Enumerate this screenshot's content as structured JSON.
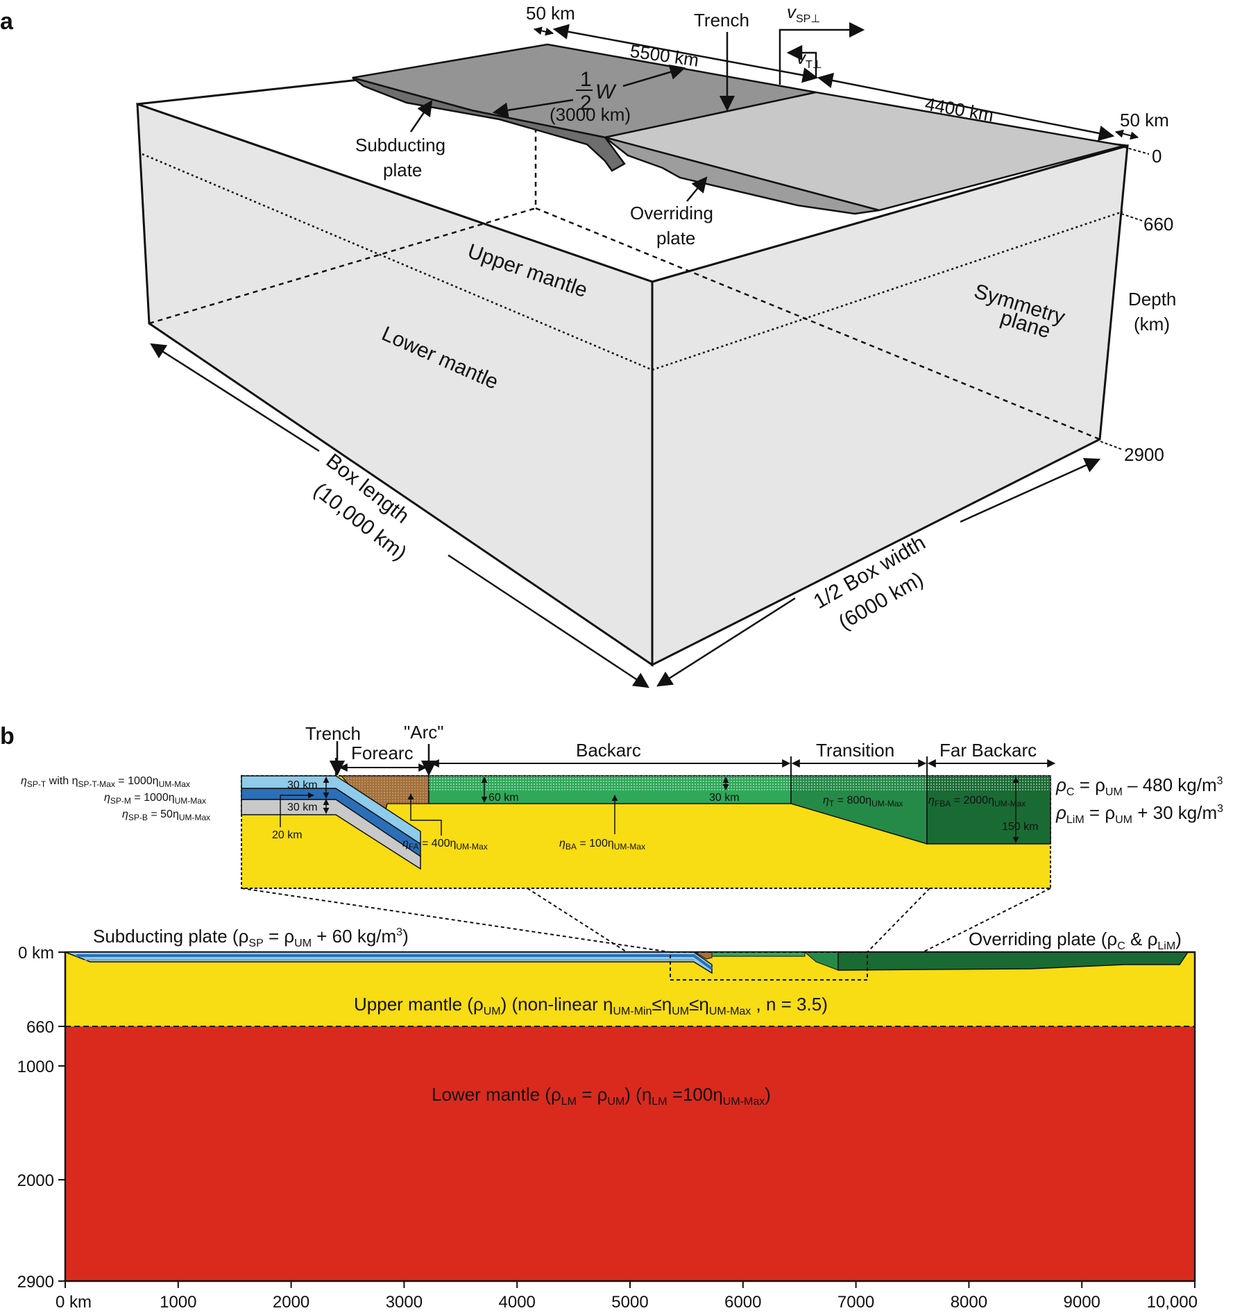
{
  "panel_a": {
    "panel_letter": "a",
    "dim_50km_left": "50 km",
    "dim_5500km": "5500 km",
    "trench": "Trench",
    "v_sp": "v",
    "v_sp_sub": "SP⊥",
    "v_t": "v",
    "v_t_sub": "T⊥",
    "dim_4400km": "4400 km",
    "dim_50km_right": "50 km",
    "half_w_num": "1",
    "half_w_den": "2",
    "half_w_var": "W",
    "half_w_km": "(3000 km)",
    "subducting_1": "Subducting",
    "subducting_2": "plate",
    "overriding_1": "Overriding",
    "overriding_2": "plate",
    "upper_mantle": "Upper mantle",
    "lower_mantle": "Lower mantle",
    "symmetry_1": "Symmetry",
    "symmetry_2": "plane",
    "depth_label_1": "Depth",
    "depth_label_2": "(km)",
    "depth_0": "0",
    "depth_660": "660",
    "depth_2900": "2900",
    "box_length_1": "Box length",
    "box_length_2": "(10,000 km)",
    "box_width_1": "1/2 Box width",
    "box_width_2": "(6000 km)"
  },
  "panel_b": {
    "panel_letter": "b",
    "trench": "Trench",
    "forearc": "Forearc",
    "arc": "\"Arc\"",
    "backarc": "Backarc",
    "transition": "Transition",
    "far_backarc": "Far Backarc",
    "eta_spt": "η",
    "eta_spt_sub": "SP-T",
    "eta_spt_with": " with η",
    "eta_spt_with_sub": "SP-T-Max",
    "eta_spt_val": " = 1000η",
    "eta_spt_val_sub": "UM-Max",
    "eta_spm": "η",
    "eta_spm_sub": "SP-M",
    "eta_spm_val": " = 1000η",
    "eta_spm_val_sub": "UM-Max",
    "eta_spb": "η",
    "eta_spb_sub": "SP-B",
    "eta_spb_val": " = 50η",
    "eta_spb_val_sub": "UM-Max",
    "thick_30a": "30 km",
    "thick_30b": "30 km",
    "thick_20": "20 km",
    "thick_60": "60 km",
    "thick_30c": "30 km",
    "thick_150": "150 km",
    "eta_fa": "η",
    "eta_fa_sub": "FA",
    "eta_fa_val": " = 400η",
    "eta_fa_val_sub": "UM-Max",
    "eta_ba": "η",
    "eta_ba_sub": "BA",
    "eta_ba_val": " = 100η",
    "eta_ba_val_sub": "UM-Max",
    "eta_t": "η",
    "eta_t_sub": "T",
    "eta_t_val": " = 800η",
    "eta_t_val_sub": "UM-Max",
    "eta_fba": "η",
    "eta_fba_sub": "FBA",
    "eta_fba_val": " = 2000η",
    "eta_fba_val_sub": "UM-Max",
    "rho_c": "ρ",
    "rho_c_sub": "C",
    "rho_c_eq": " = ρ",
    "rho_c_eq_sub": "UM",
    "rho_c_val": " – 480 kg/m",
    "rho_c_sup": "3",
    "rho_lim": "ρ",
    "rho_lim_sub": "LiM",
    "rho_lim_eq": " = ρ",
    "rho_lim_eq_sub": "UM",
    "rho_lim_val": " + 30 kg/m",
    "rho_lim_sup": "3",
    "subducting_label": "Subducting plate (ρ",
    "subducting_label_sub1": "SP",
    "subducting_label_mid": " = ρ",
    "subducting_label_sub2": "UM",
    "subducting_label_end": " + 60 kg/m",
    "subducting_label_sup": "3",
    "subducting_label_close": ")",
    "overriding_label": "Overriding plate (ρ",
    "overriding_label_sub1": "C",
    "overriding_label_mid": " & ρ",
    "overriding_label_sub2": "LiM",
    "overriding_label_close": ")",
    "upper_mantle_a": "Upper mantle (ρ",
    "upper_mantle_sub1": "UM",
    "upper_mantle_b": ") (non-linear η",
    "upper_mantle_sub2": "UM-Min",
    "upper_mantle_c": "≤η",
    "upper_mantle_sub3": "UM",
    "upper_mantle_d": "≤η",
    "upper_mantle_sub4": "UM-Max",
    "upper_mantle_e": " , n = 3.5)",
    "lower_mantle_a": "Lower mantle (ρ",
    "lower_mantle_sub1": "LM",
    "lower_mantle_b": " = ρ",
    "lower_mantle_sub2": "UM",
    "lower_mantle_c": ") (η",
    "lower_mantle_sub3": "LM",
    "lower_mantle_d": " =100η",
    "lower_mantle_sub4": "UM-Max",
    "lower_mantle_e": ")",
    "depth_ticks": [
      "0 km",
      "660",
      "1000",
      "2000",
      "2900"
    ],
    "x_ticks": [
      "0 km",
      "1000",
      "2000",
      "3000",
      "4000",
      "5000",
      "6000",
      "7000",
      "8000",
      "9000",
      "10,000"
    ]
  },
  "colors": {
    "upper_mantle": "#f8dc14",
    "lower_mantle": "#da2a1e",
    "backarc_green": "#2fa85a",
    "far_backarc_green": "#1a6a34",
    "forearc_brown": "#a5703a",
    "sp_top_lightblue": "#8fcbea",
    "sp_mid_blue": "#2a6fb8",
    "sp_bottom_gray": "#c9c9c9",
    "box_fill": "#e6e6e6"
  }
}
